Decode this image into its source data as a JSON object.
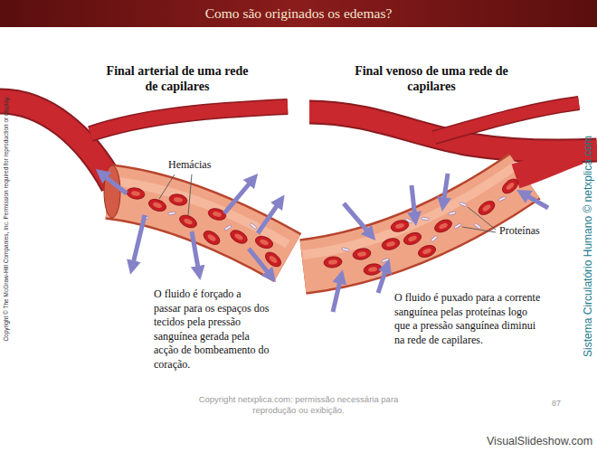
{
  "diagram": {
    "title": "Como são originados os edemas?",
    "labels": [
      "Final arterial de uma rede de capilares",
      "Final venoso de uma rede de capilares",
      "Hemácias",
      "Proteínas",
      "O fluido é forçado a passar para os espaços dos tecidos pela pressão sanguínea gerada pela acção de bombeamento do coração.",
      "O fluido é puxado para a corrente sanguínea pelas proteínas logo que a pressão sanguínea diminui na rede de capilares.",
      "Copyright © The McGraw-Hill Companies, Inc. Permission required for reproduction or display.",
      "Sistema Circulatório Humano © netxplica.com",
      "Copyright netxplica.com: permissão necessária para reprodução ou exibição.",
      "87",
      "VisualSlideshow.com"
    ]
  }
}
